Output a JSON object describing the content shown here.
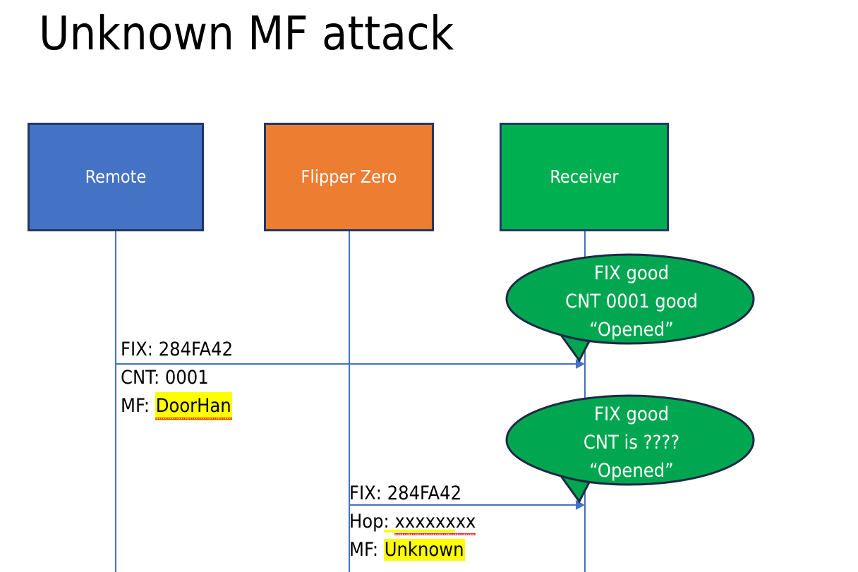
{
  "slide": {
    "title": "Unknown MF attack",
    "background": "#FFFFFF"
  },
  "colors": {
    "remote_fill": "#4472C4",
    "flipper_fill": "#ED7D31",
    "receiver_fill": "#00AF50",
    "box_border": "#1F3864",
    "lifeline": "#4472C4",
    "bubble_fill": "#00A650",
    "bubble_border": "#1F2A44",
    "highlight": "#FFFF00",
    "spellcheck_underline": "#E81123",
    "text": "#000000",
    "inverse_text": "#FFFFFF"
  },
  "actors": [
    {
      "id": "remote",
      "label": "Remote"
    },
    {
      "id": "flipper",
      "label": "Flipper Zero"
    },
    {
      "id": "receiver",
      "label": "Receiver"
    }
  ],
  "messages": [
    {
      "id": "msg-1",
      "from": "remote",
      "to": "receiver",
      "lines": [
        {
          "label": "FIX:",
          "value": "284FA42",
          "highlight": false,
          "spellcheck_error": false
        },
        {
          "label": "CNT:",
          "value": "0001",
          "highlight": false,
          "spellcheck_error": false
        },
        {
          "label": "MF:",
          "value": "DoorHan",
          "highlight": true,
          "spellcheck_error": true
        }
      ]
    },
    {
      "id": "msg-2",
      "from": "flipper",
      "to": "receiver",
      "lines": [
        {
          "label": "FIX:",
          "value": "284FA42",
          "highlight": false,
          "spellcheck_error": false
        },
        {
          "label": "Hop:",
          "value": "xxxxxxxx",
          "highlight": false,
          "spellcheck_error": true
        },
        {
          "label": "MF:",
          "value": "Unknown",
          "highlight": true,
          "spellcheck_error": false
        }
      ]
    }
  ],
  "callouts": [
    {
      "id": "callout-1",
      "owner": "receiver",
      "lines": [
        "FIX good",
        "CNT 0001 good",
        "“Opened”"
      ]
    },
    {
      "id": "callout-2",
      "owner": "receiver",
      "lines": [
        "FIX good",
        "CNT is ????",
        "“Opened”"
      ]
    }
  ]
}
